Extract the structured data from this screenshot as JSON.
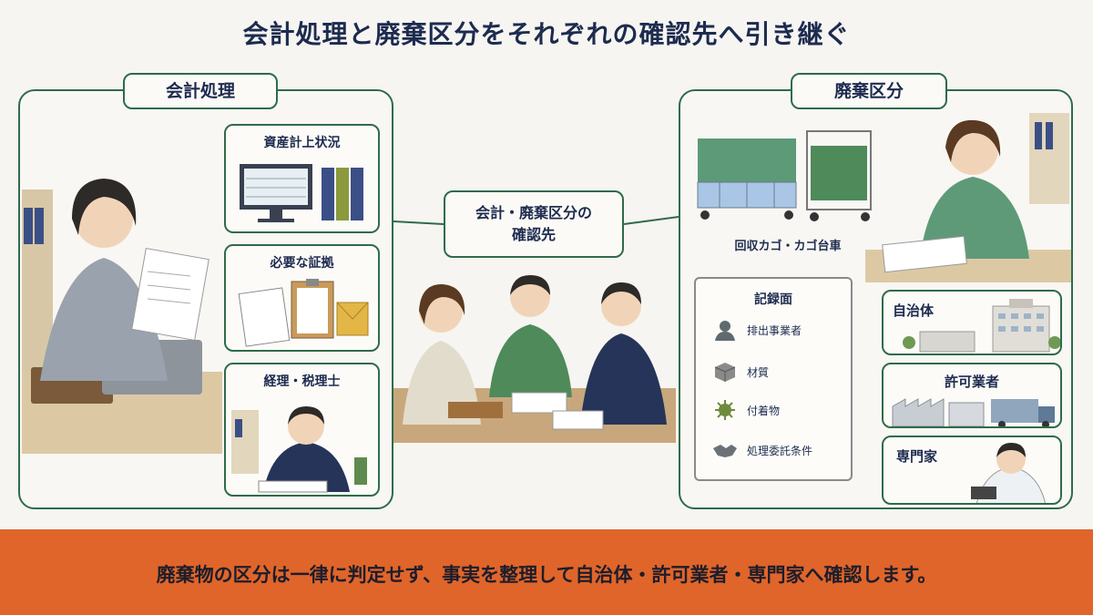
{
  "title": "会計処理と廃棄区分をそれぞれの確認先へ引き継ぐ",
  "left_panel": {
    "label": "会計処理",
    "cards": [
      {
        "title": "資産計上状況",
        "illustration": "monitor-and-binders"
      },
      {
        "title": "必要な証拠",
        "illustration": "documents-and-envelope"
      },
      {
        "title": "経理・税理士",
        "illustration": "accountant-person"
      }
    ]
  },
  "center": {
    "line1": "会計・廃棄区分の",
    "line2": "確認先"
  },
  "right_panel": {
    "label": "廃棄区分",
    "cart_caption": "回収カゴ・カゴ台車",
    "record": {
      "title": "記録面",
      "items": [
        {
          "label": "排出事業者",
          "icon": "person-icon"
        },
        {
          "label": "材質",
          "icon": "cube-icon"
        },
        {
          "label": "付着物",
          "icon": "germ-icon"
        },
        {
          "label": "処理委託条件",
          "icon": "handshake-icon"
        }
      ]
    },
    "contacts": [
      {
        "title": "自治体",
        "illustration": "city-hall"
      },
      {
        "title": "許可業者",
        "illustration": "factory-and-truck"
      },
      {
        "title": "専門家",
        "illustration": "expert-person"
      }
    ]
  },
  "footer": {
    "text": "廃棄物の区分は一律に判定せず、事実を整理して自治体・許可業者・専門家へ確認します。"
  },
  "colors": {
    "frame": "#2f6b4a",
    "footer_bg": "#e0652a",
    "title": "#1d2b4f"
  }
}
